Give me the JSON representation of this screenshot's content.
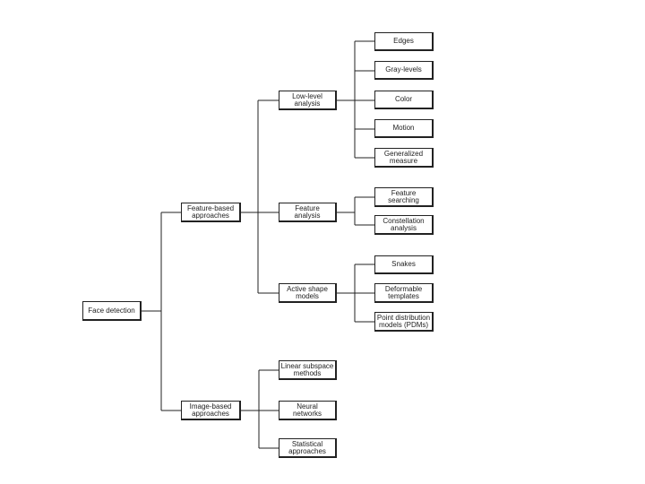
{
  "diagram": {
    "root": {
      "label": "Face detection"
    },
    "feature_based": {
      "label": "Feature-based\napproaches",
      "low_level": {
        "label": "Low-level\nanalysis",
        "items": [
          "Edges",
          "Gray-levels",
          "Color",
          "Motion",
          "Generalized\nmeasure"
        ]
      },
      "feature_analysis": {
        "label": "Feature\nanalysis",
        "items": [
          "Feature\nsearching",
          "Constellation\nanalysis"
        ]
      },
      "active_shape": {
        "label": "Active shape\nmodels",
        "items": [
          "Snakes",
          "Deformable\ntemplates",
          "Point distribution\nmodels (PDMs)"
        ]
      }
    },
    "image_based": {
      "label": "Image-based\napproaches",
      "items": [
        "Linear subspace\nmethods",
        "Neural\nnetworks",
        "Statistical\napproaches"
      ]
    }
  }
}
